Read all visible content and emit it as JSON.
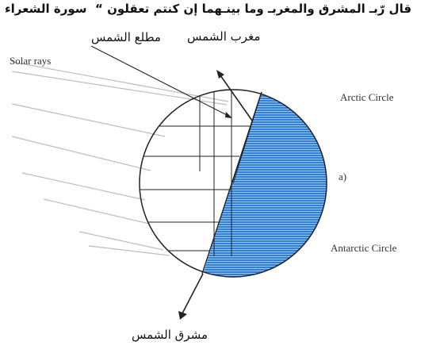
{
  "heading": {
    "verse": "قال رّبـ المشرق والمغربـ وما بينـهما إن كنتم تعقلون",
    "quote_mark": "“",
    "surah": "سورة الشعراء"
  },
  "labels": {
    "sunrise_point": "مطلع الشمس",
    "sunset": "مغرب الشمس",
    "sunrise": "مشرق الشمس",
    "solar_rays": "Solar rays",
    "arctic_circle": "Arctic Circle",
    "antarctic_circle": "Antarctic Circle",
    "panel_marker": "a)"
  },
  "colors": {
    "night_side": "#2f7ed8",
    "stripe": "#9cc7f2",
    "lines": "#222222",
    "rays": "#bdbdbd"
  }
}
